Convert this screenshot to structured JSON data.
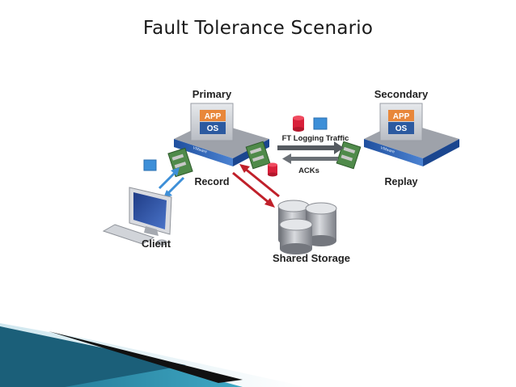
{
  "slide": {
    "title": "Fault Tolerance Scenario"
  },
  "diagram": {
    "primary": {
      "label": "Primary",
      "app": "APP",
      "os": "OS",
      "action": "Record",
      "platform": "VMware"
    },
    "secondary": {
      "label": "Secondary",
      "app": "APP",
      "os": "OS",
      "action": "Replay",
      "platform": "VMware"
    },
    "links": {
      "logging": "FT Logging Traffic",
      "acks": "ACKs"
    },
    "client": {
      "label": "Client"
    },
    "storage": {
      "label": "Shared Storage"
    }
  },
  "colors": {
    "app_box": "#e8873a",
    "os_box": "#2c5aa0",
    "server_gray": "#c9ccd2",
    "vmware_blue": "#2f63b6",
    "packet_blue": "#3d8fd8",
    "packet_red": "#d8203a",
    "storage_arrow": "#c0202a",
    "client_arrow": "#3d8fd8"
  }
}
